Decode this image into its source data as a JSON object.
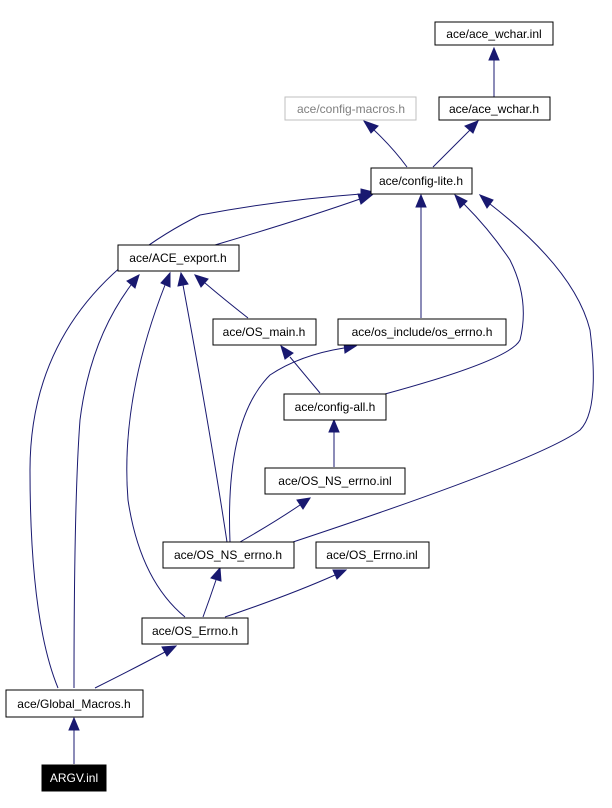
{
  "colors": {
    "edge": "#191970",
    "node_border": "#000000",
    "external_border": "#bfbfbf",
    "external_text": "#7f7f7f",
    "root_fill": "#000000",
    "root_text": "#ffffff"
  },
  "nodes": {
    "ace_wchar_inl": "ace/ace_wchar.inl",
    "config_macros": "ace/config-macros.h",
    "ace_wchar_h": "ace/ace_wchar.h",
    "config_lite": "ace/config-lite.h",
    "ace_export": "ace/ACE_export.h",
    "os_main": "ace/OS_main.h",
    "os_include_errno": "ace/os_include/os_errno.h",
    "config_all": "ace/config-all.h",
    "os_ns_errno_inl": "ace/OS_NS_errno.inl",
    "os_ns_errno_h": "ace/OS_NS_errno.h",
    "os_errno_inl": "ace/OS_Errno.inl",
    "os_errno_h": "ace/OS_Errno.h",
    "global_macros": "ace/Global_Macros.h",
    "argv_inl": "ARGV.inl"
  }
}
